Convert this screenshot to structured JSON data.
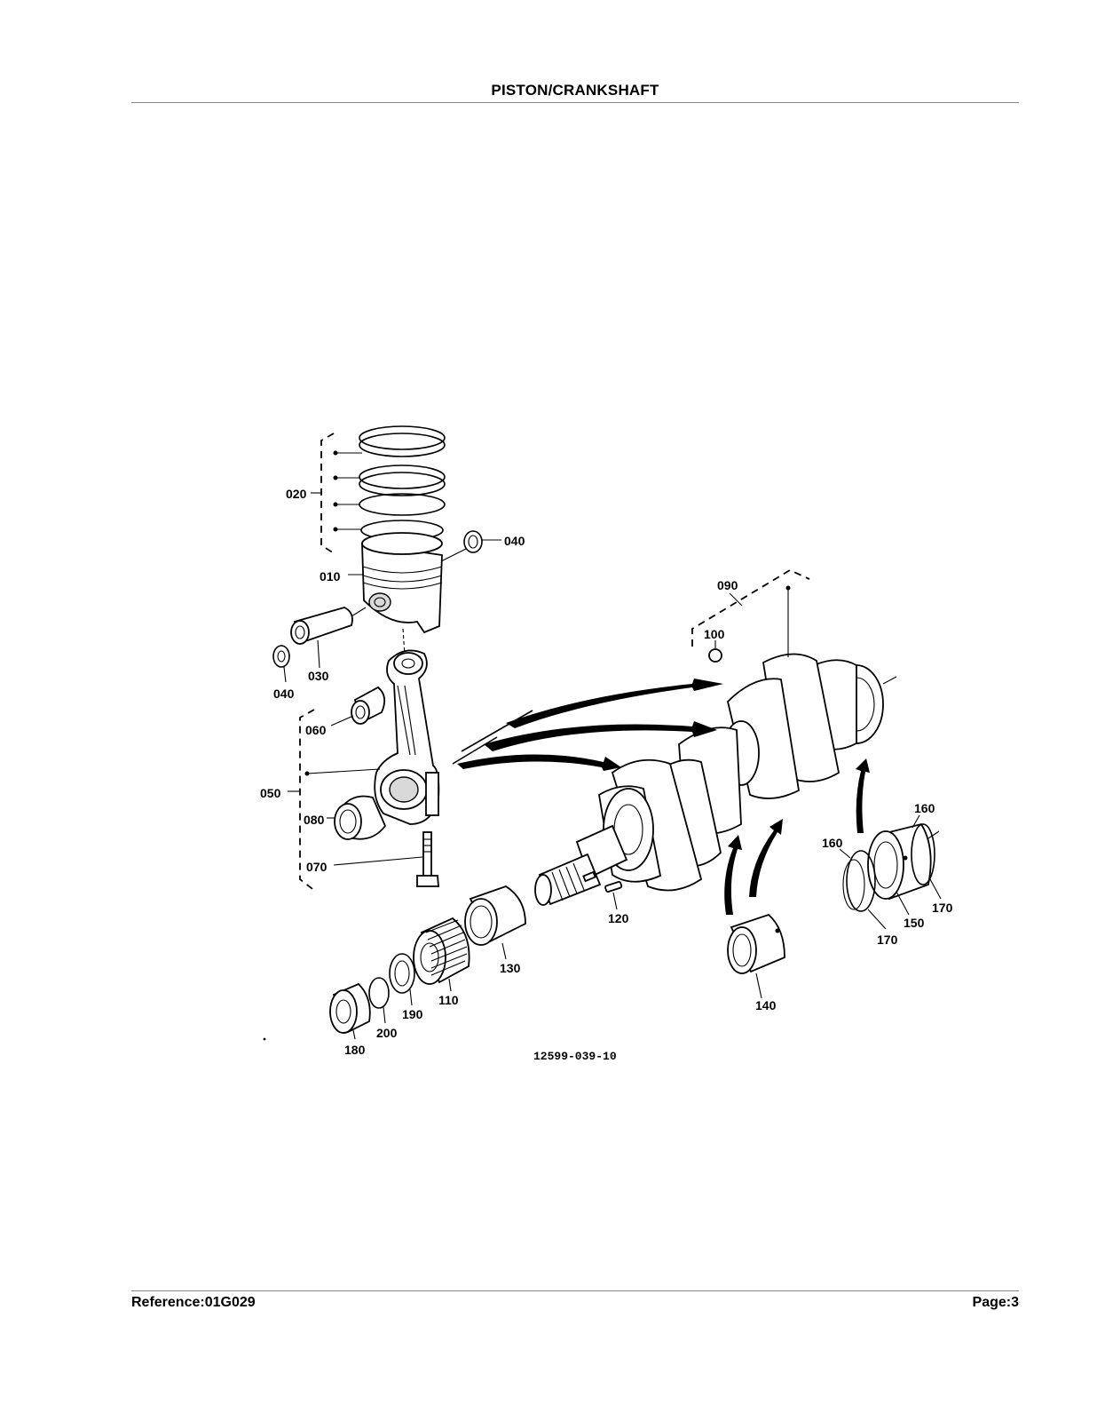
{
  "header": {
    "title": "PISTON/CRANKSHAFT"
  },
  "footer": {
    "reference": "Reference:01G029",
    "page": "Page:3"
  },
  "diagram": {
    "drawing_number": "12599-039-10",
    "callouts": {
      "c010": "010",
      "c020": "020",
      "c030": "030",
      "c040a": "040",
      "c040b": "040",
      "c050": "050",
      "c060": "060",
      "c070": "070",
      "c080": "080",
      "c090": "090",
      "c100": "100",
      "c110": "110",
      "c120": "120",
      "c130": "130",
      "c140": "140",
      "c150": "150",
      "c160a": "160",
      "c160b": "160",
      "c170a": "170",
      "c170b": "170",
      "c180": "180",
      "c190": "190",
      "c200": "200"
    }
  }
}
